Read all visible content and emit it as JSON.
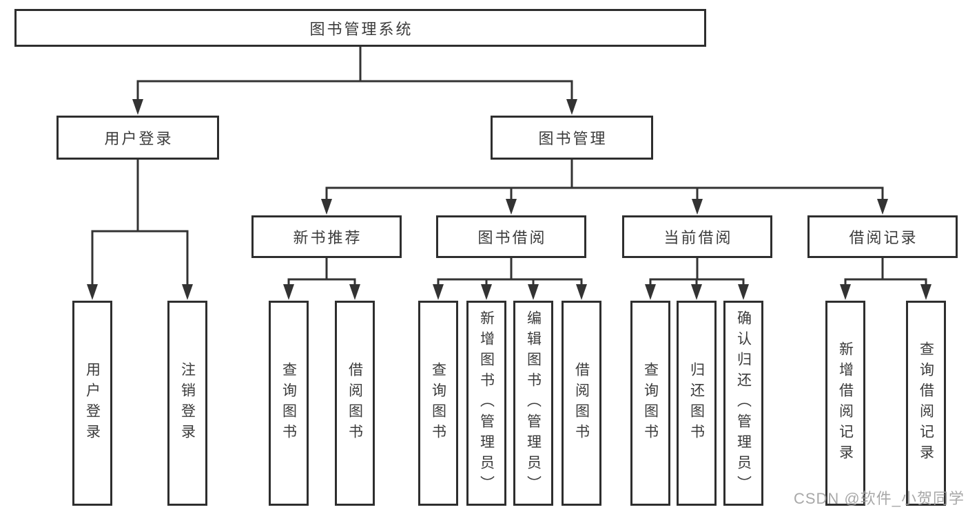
{
  "diagram": {
    "watermark": "CSDN @软件_小贺同学",
    "colors": {
      "background": "#ffffff",
      "box_border": "#2e2e2e",
      "connector_line": "#333333",
      "text": "#3b3b3b",
      "watermark_text": "#9e9e9e"
    },
    "tree": {
      "label": "图书管理系统",
      "children": [
        {
          "label": "用户登录",
          "children": [
            {
              "label": "用户登录"
            },
            {
              "label": "注销登录"
            }
          ]
        },
        {
          "label": "图书管理",
          "children": [
            {
              "label": "新书推荐",
              "children": [
                {
                  "label": "查询图书"
                },
                {
                  "label": "借阅图书"
                }
              ]
            },
            {
              "label": "图书借阅",
              "children": [
                {
                  "label": "查询图书"
                },
                {
                  "label": "新增图书（管理员）"
                },
                {
                  "label": "编辑图书（管理员）"
                },
                {
                  "label": "借阅图书"
                }
              ]
            },
            {
              "label": "当前借阅",
              "children": [
                {
                  "label": "查询图书"
                },
                {
                  "label": "归还图书"
                },
                {
                  "label": "确认归还（管理员）"
                }
              ]
            },
            {
              "label": "借阅记录",
              "children": [
                {
                  "label": "新增借阅记录"
                },
                {
                  "label": "查询借阅记录"
                }
              ]
            }
          ]
        }
      ]
    }
  }
}
